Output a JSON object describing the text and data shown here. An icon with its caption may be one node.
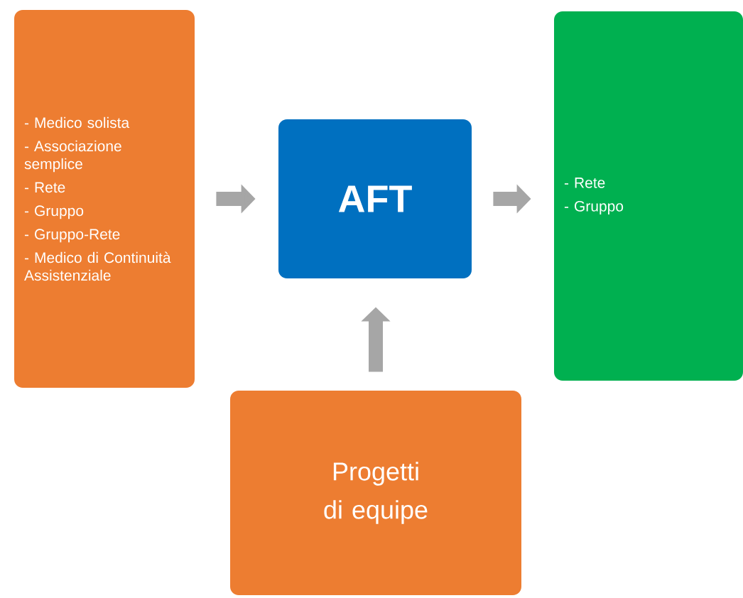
{
  "diagram": {
    "nodes": [
      {
        "text": [
          "- Medico solista",
          "- Associazione semplice",
          "- Rete",
          "- Gruppo",
          "- Gruppo-Rete",
          "- Medico di Continuità Assistenziale"
        ]
      },
      {
        "text": [
          "AFT"
        ]
      },
      {
        "text": [
          "- Rete",
          "- Gruppo"
        ]
      },
      {
        "text": [
          "Progetti di equipe"
        ]
      }
    ],
    "edges": [
      {
        "from": 0,
        "to": 1,
        "arrow": "to"
      },
      {
        "from": 1,
        "to": 2,
        "arrow": "to"
      },
      {
        "from": 3,
        "to": 1,
        "arrow": "to"
      }
    ]
  }
}
